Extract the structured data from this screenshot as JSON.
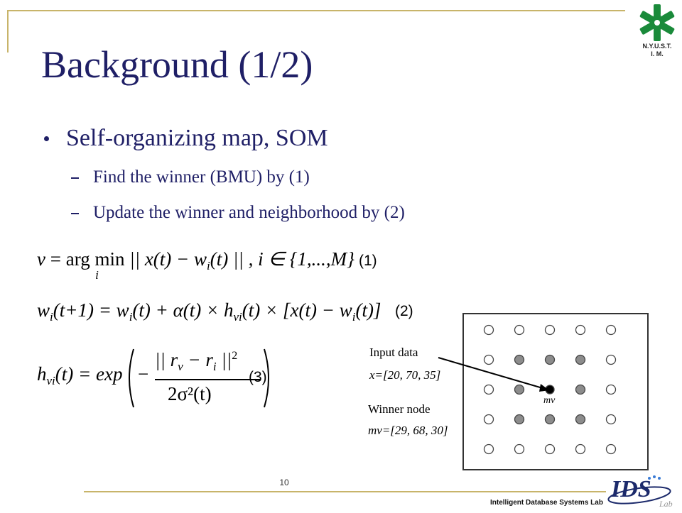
{
  "header": {
    "title": "Background (1/2)",
    "institution_line1": "N.Y.U.S.T.",
    "institution_line2": "I. M."
  },
  "bullets": {
    "main": "Self-organizing map, SOM",
    "sub": [
      "Find the winner (BMU) by (1)",
      "Update the winner and neighborhood by (2)"
    ]
  },
  "equations": {
    "eq1": {
      "lhs": "v",
      "arg": "arg min",
      "under": "i",
      "body_a": "|| x(t) − w",
      "sub_a": "i",
      "body_b": "(t) ||",
      "cond": ", i ∈ {1,...,M}",
      "label": "(1)"
    },
    "eq2": {
      "w": "w",
      "sub_i": "i",
      "a": "(t+1) = w",
      "b": "(t) + α(t) × h",
      "sub_vi": "vi",
      "c": "(t) × [x(t) − w",
      "d": "(t)]",
      "label": "(2)"
    },
    "eq3": {
      "h": "h",
      "sub_vi": "vi",
      "a": "(t) = exp",
      "minus": "−",
      "num_a": "|| r",
      "sub_v": "v",
      "num_b": "− r",
      "sub_i": "i",
      "num_c": "||",
      "sup": "2",
      "den": "2σ²(t)",
      "label": "(3)"
    }
  },
  "figure": {
    "input_label": "Input data",
    "input_value": "x=[20, 70, 35]",
    "winner_label": "Winner node",
    "winner_value": "mv=[29, 68, 30]",
    "winner_marker": "mv",
    "grid_rows": 5,
    "grid_cols": 5,
    "neighborhood_color": "#8c8c8c",
    "winner_color": "#000000"
  },
  "footer": {
    "page_number": "10",
    "lab_name": "Intelligent Database Systems Lab",
    "logo_text": "IDS",
    "logo_sub": "Lab"
  },
  "colors": {
    "title": "#1f1f66",
    "frame": "#c8b46a",
    "logo_green": "#1a8a3a"
  }
}
